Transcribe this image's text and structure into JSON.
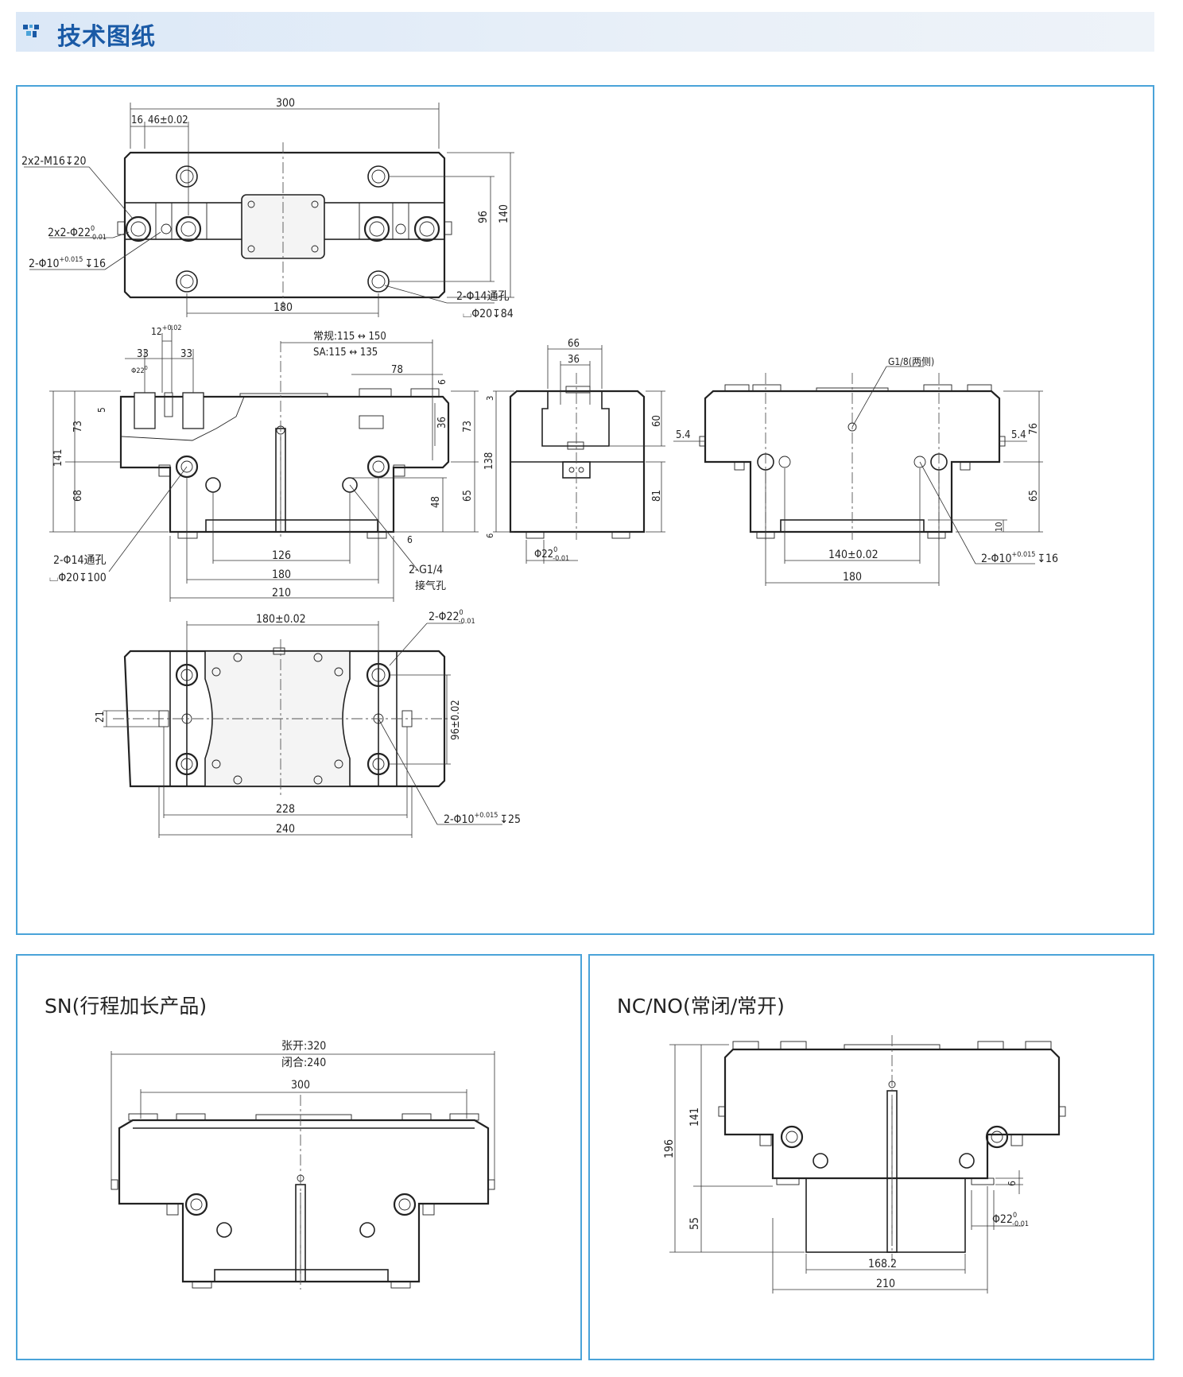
{
  "header": {
    "title": "技术图纸",
    "icon": "logo-icon",
    "accent": "#1a5aa6",
    "band_color": "#dbe8f7"
  },
  "panels": {
    "main": {
      "border_color": "#4aa3d9"
    },
    "sn": {
      "title": "SN(行程加长产品)"
    },
    "ncno": {
      "title": "NC/NO(常闭/常开)"
    }
  },
  "dims": {
    "top": {
      "w300": "300",
      "d16": "16",
      "d46": "46±0.02",
      "m16": "2x2-M16↧20",
      "phi22": "2x2-Φ22",
      "phi10": "2-Φ10",
      "phi10b": "↧16",
      "d96": "96",
      "d140": "140",
      "d180": "180",
      "phi14": "2-Φ14通孔",
      "phi20": "⌴Φ20↧84"
    },
    "front": {
      "d12": "12",
      "d12tol": "+0.02",
      "d33a": "33",
      "d33b": "33",
      "phi22s": "Φ22",
      "stroke1": "常规:115 ↔ 150",
      "stroke2": "SA:115 ↔ 135",
      "d78": "78",
      "d6a": "6",
      "d5": "5",
      "d73a": "73",
      "d36": "36",
      "d73b": "73",
      "d141": "141",
      "d68": "68",
      "d48": "48",
      "d65": "65",
      "d6b": "6",
      "d126": "126",
      "d180": "180",
      "d210": "210",
      "phi14": "2-Φ14通孔",
      "phi20": "⌴Φ20↧100",
      "g14": "2-G1/4",
      "air": "接气孔"
    },
    "side": {
      "d66": "66",
      "d36": "36",
      "d3": "3",
      "d60": "60",
      "d138": "138",
      "d81": "81",
      "d6": "6",
      "phi22": "Φ22"
    },
    "rear": {
      "g18": "G1/8(两侧)",
      "d54a": "5.4",
      "d54b": "5.4",
      "d76": "76",
      "d65": "65",
      "d10": "10",
      "d140": "140±0.02",
      "d180": "180",
      "phi10": "2-Φ10",
      "phi10b": "↧16"
    },
    "bottom": {
      "d180": "180±0.02",
      "phi22": "2-Φ22",
      "d21": "21",
      "d96": "96±0.02",
      "d228": "228",
      "d240": "240",
      "phi10": "2-Φ10",
      "phi10b": "↧25"
    },
    "tol": {
      "zero": "0",
      "m001": "-0.01",
      "p0015": "+0.015"
    },
    "sn": {
      "open": "张开:320",
      "close": "闭合:240",
      "w300": "300"
    },
    "ncno": {
      "d196": "196",
      "d141": "141",
      "d55": "55",
      "d6": "6",
      "phi22": "Φ22",
      "d168": "168.2",
      "d210": "210"
    }
  }
}
